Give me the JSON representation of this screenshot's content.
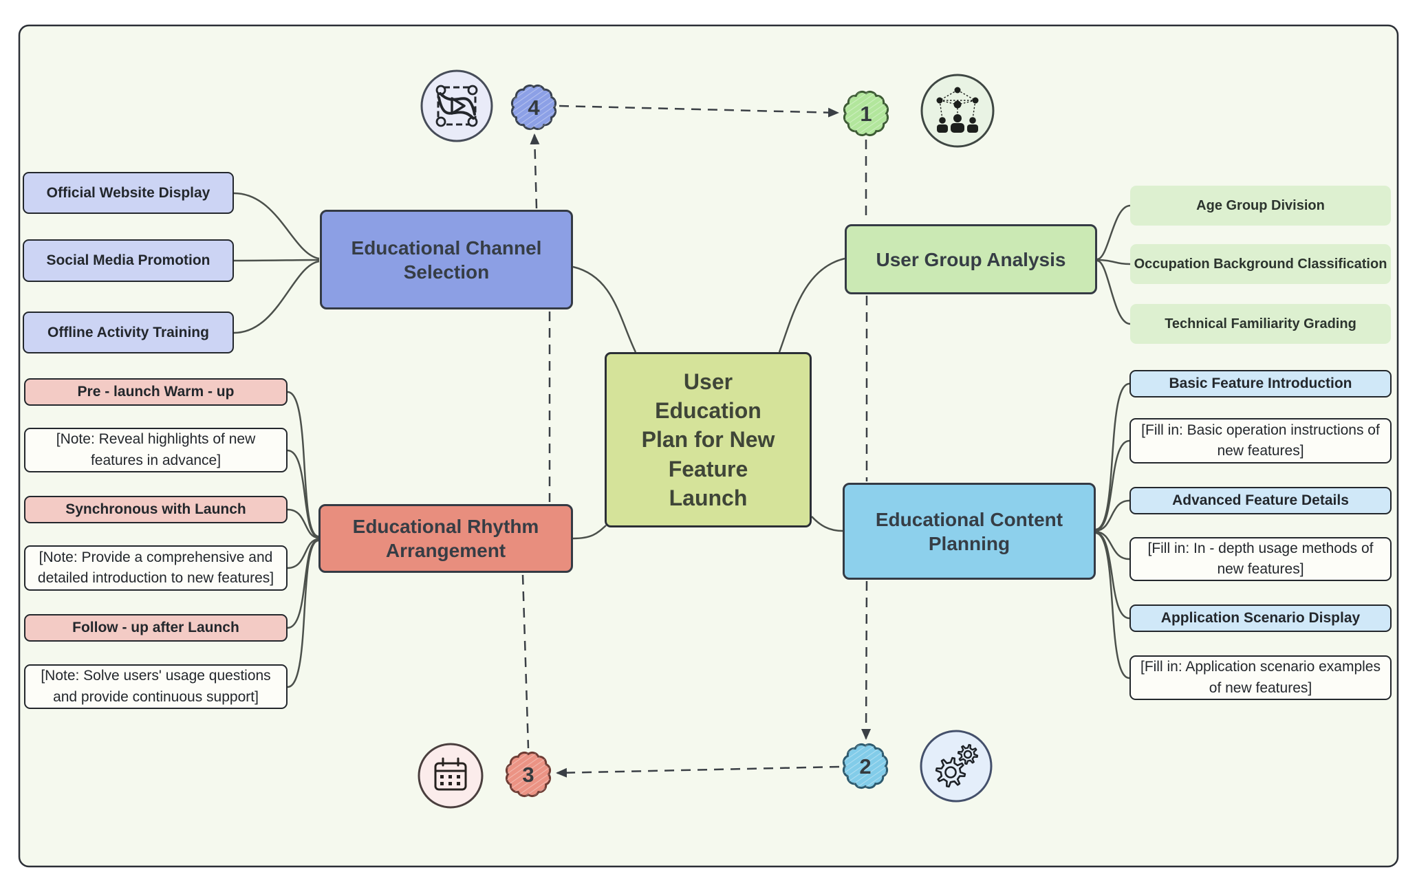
{
  "canvas": {
    "background": "#f5f9ee",
    "border_color": "#2b2f36"
  },
  "center_topic": {
    "label": "User Education Plan for New Feature Launch",
    "fill": "#d5e39a"
  },
  "branches": {
    "user_group": {
      "label": "User Group Analysis",
      "fill": "#cbe9b4",
      "leaf_fill": "#ddf0d0",
      "leaves": [
        {
          "label": "Age Group Division"
        },
        {
          "label": "Occupation Background Classification"
        },
        {
          "label": "Technical Familiarity Grading"
        }
      ]
    },
    "content": {
      "label": "Educational Content Planning",
      "fill": "#8dd0ec",
      "topic_fill": "#d0e8f8",
      "note_fill": "#fdfdf8",
      "leaves": [
        {
          "label": "Basic Feature Introduction",
          "type": "topic"
        },
        {
          "label": "[Fill in: Basic operation instructions of new features]",
          "type": "note"
        },
        {
          "label": "Advanced Feature Details",
          "type": "topic"
        },
        {
          "label": "[Fill in: In - depth usage methods of new features]",
          "type": "note"
        },
        {
          "label": "Application Scenario Display",
          "type": "topic"
        },
        {
          "label": "[Fill in: Application scenario examples of new features]",
          "type": "note"
        }
      ]
    },
    "rhythm": {
      "label": "Educational Rhythm Arrangement",
      "fill": "#e88e7e",
      "topic_fill": "#f3cbc5",
      "note_fill": "#fdfdf8",
      "leaves": [
        {
          "label": "Pre - launch Warm - up",
          "type": "topic"
        },
        {
          "label": "[Note: Reveal highlights of new features in advance]",
          "type": "note"
        },
        {
          "label": "Synchronous with Launch",
          "type": "topic"
        },
        {
          "label": "[Note: Provide a comprehensive and detailed introduction to new features]",
          "type": "note"
        },
        {
          "label": "Follow - up after Launch",
          "type": "topic"
        },
        {
          "label": "[Note: Solve users' usage questions and provide continuous support]",
          "type": "note"
        }
      ]
    },
    "channel": {
      "label": "Educational Channel Selection",
      "fill": "#8c9fe4",
      "leaf_fill": "#ccd4f4",
      "leaves": [
        {
          "label": "Official Website Display"
        },
        {
          "label": "Social Media Promotion"
        },
        {
          "label": "Offline Activity Training"
        }
      ]
    }
  },
  "badges": [
    {
      "number": "4",
      "fill": "#8ca0e6",
      "stroke": "#38414f"
    },
    {
      "number": "1",
      "fill": "#b2e69c",
      "stroke": "#3c5a33"
    },
    {
      "number": "2",
      "fill": "#82cce9",
      "stroke": "#2d5a6e"
    },
    {
      "number": "3",
      "fill": "#eb9384",
      "stroke": "#6e3c34"
    }
  ],
  "icons": [
    {
      "name": "media-orbit-icon",
      "fill": "#e9ebf8"
    },
    {
      "name": "people-network-icon",
      "fill": "#e9f3e4"
    },
    {
      "name": "gears-icon",
      "fill": "#e4eefa"
    },
    {
      "name": "calendar-icon",
      "fill": "#fbeceb"
    }
  ]
}
